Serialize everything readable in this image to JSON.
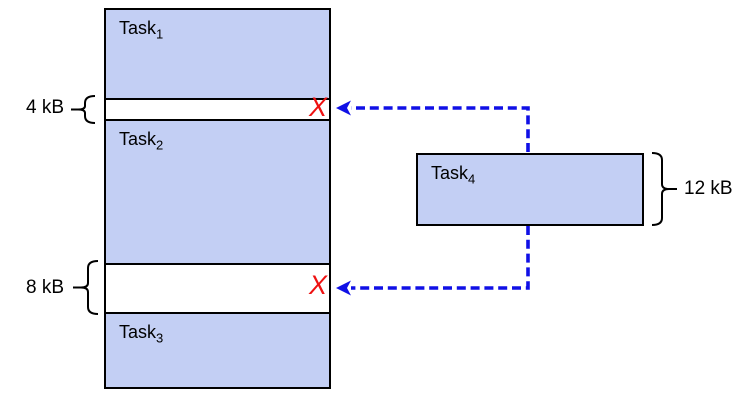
{
  "memory": {
    "segments": [
      {
        "kind": "task",
        "label": "Task",
        "sub": "1"
      },
      {
        "kind": "free-gap",
        "size": "4 kB",
        "mark": "X"
      },
      {
        "kind": "task",
        "label": "Task",
        "sub": "2"
      },
      {
        "kind": "free-gap",
        "size": "8 kB",
        "mark": "X"
      },
      {
        "kind": "task",
        "label": "Task",
        "sub": "3"
      }
    ]
  },
  "incoming_task": {
    "label": "Task",
    "sub": "4",
    "size": "12 kB"
  },
  "colors": {
    "block_fill": "#c3cff4",
    "outline": "#000000",
    "arrow_blue": "#1010e6",
    "reject_red": "#ee1111"
  }
}
